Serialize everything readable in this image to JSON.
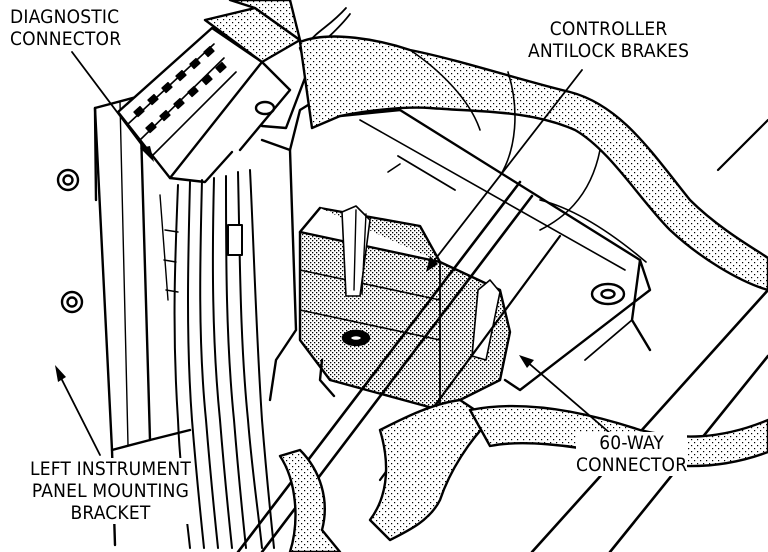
{
  "labels": {
    "diagnostic_connector": {
      "line1": "DIAGNOSTIC",
      "line2": "CONNECTOR"
    },
    "controller_antilock_brakes": {
      "line1": "CONTROLLER",
      "line2": "ANTILOCK BRAKES"
    },
    "sixty_way_connector": {
      "line1": "60-WAY",
      "line2": "CONNECTOR"
    },
    "left_instrument_panel_mounting_bracket": {
      "line1": "LEFT INSTRUMENT",
      "line2": "PANEL MOUNTING",
      "line3": "BRACKET"
    }
  },
  "colors": {
    "ink": "#000000",
    "paper": "#ffffff",
    "stipple": "#7a7a7a"
  }
}
